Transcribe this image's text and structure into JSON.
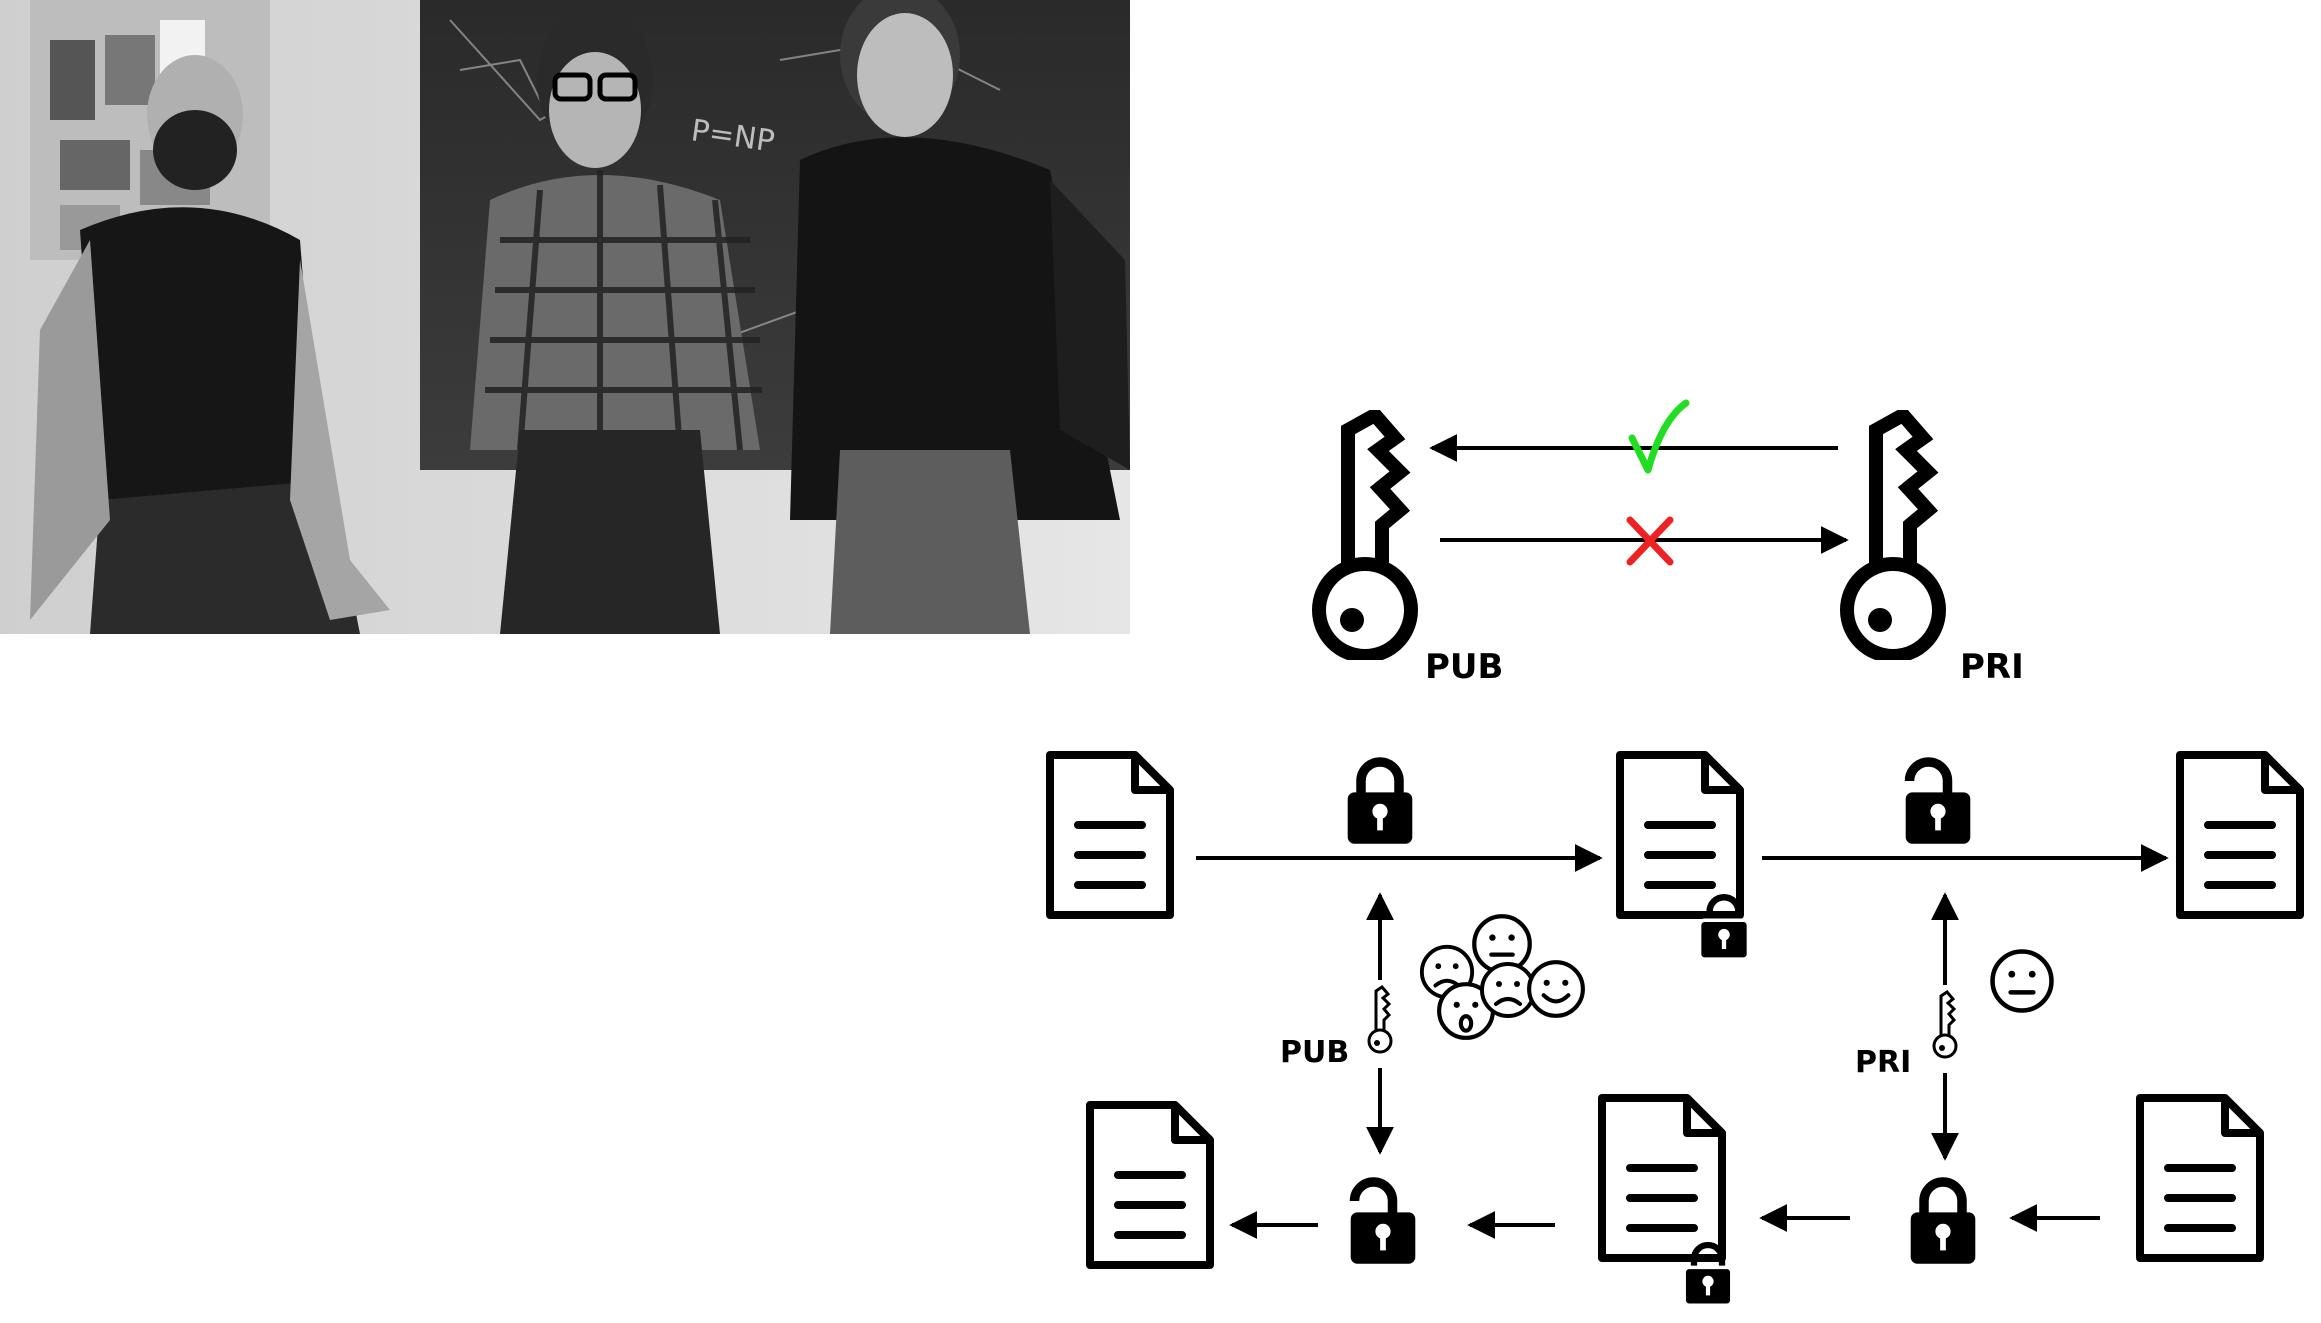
{
  "photo": {
    "description_icon": "photo-of-three-people-at-blackboard",
    "blackboard_text": "P=NP"
  },
  "keys": {
    "public_label": "PUB",
    "private_label": "PRI",
    "top_arrow_mark": "√",
    "bottom_arrow_mark": "×",
    "check_color": "#22dd22",
    "cross_color": "#ee2222"
  },
  "flow": {
    "encrypt_key_label": "PUB",
    "decrypt_key_label": "PRI"
  }
}
